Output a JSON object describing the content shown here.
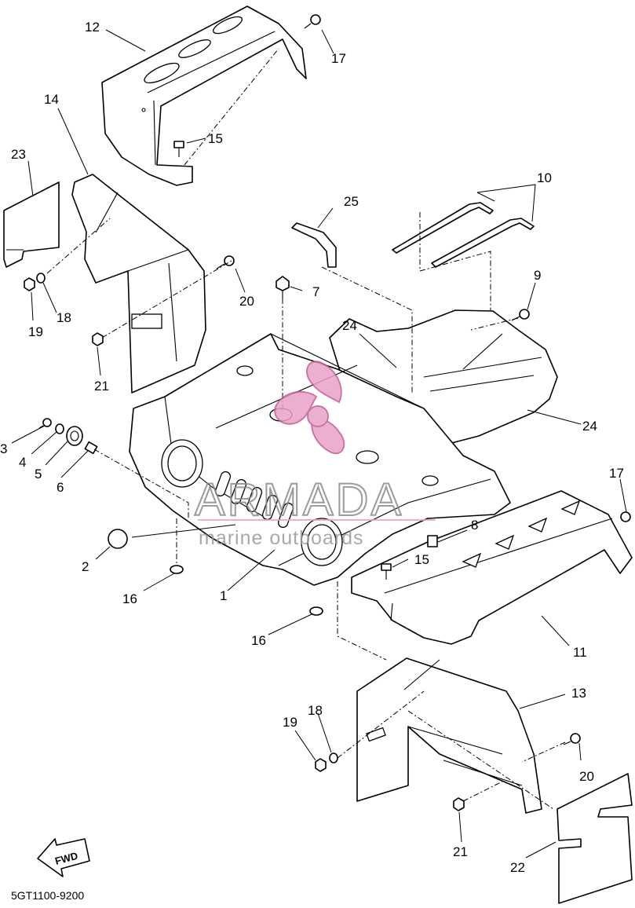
{
  "diagram": {
    "code": "5GT1100-9200",
    "fwd_label": "FWD",
    "watermark": {
      "brand": "ARMADA",
      "tagline": "marine outboards",
      "color": "#e8a3c8"
    },
    "callouts": {
      "c1": "1",
      "c2": "2",
      "c3": "3",
      "c4": "4",
      "c5": "5",
      "c6": "6",
      "c7": "7",
      "c8": "8",
      "c9": "9",
      "c10": "10",
      "c11": "11",
      "c12": "12",
      "c13": "13",
      "c14": "14",
      "c15a": "15",
      "c15b": "15",
      "c16a": "16",
      "c16b": "16",
      "c17a": "17",
      "c17b": "17",
      "c18a": "18",
      "c18b": "18",
      "c19a": "19",
      "c19b": "19",
      "c20a": "20",
      "c20b": "20",
      "c21a": "21",
      "c21b": "21",
      "c22": "22",
      "c23": "23",
      "c24a": "24",
      "c24b": "24",
      "c25": "25"
    }
  }
}
